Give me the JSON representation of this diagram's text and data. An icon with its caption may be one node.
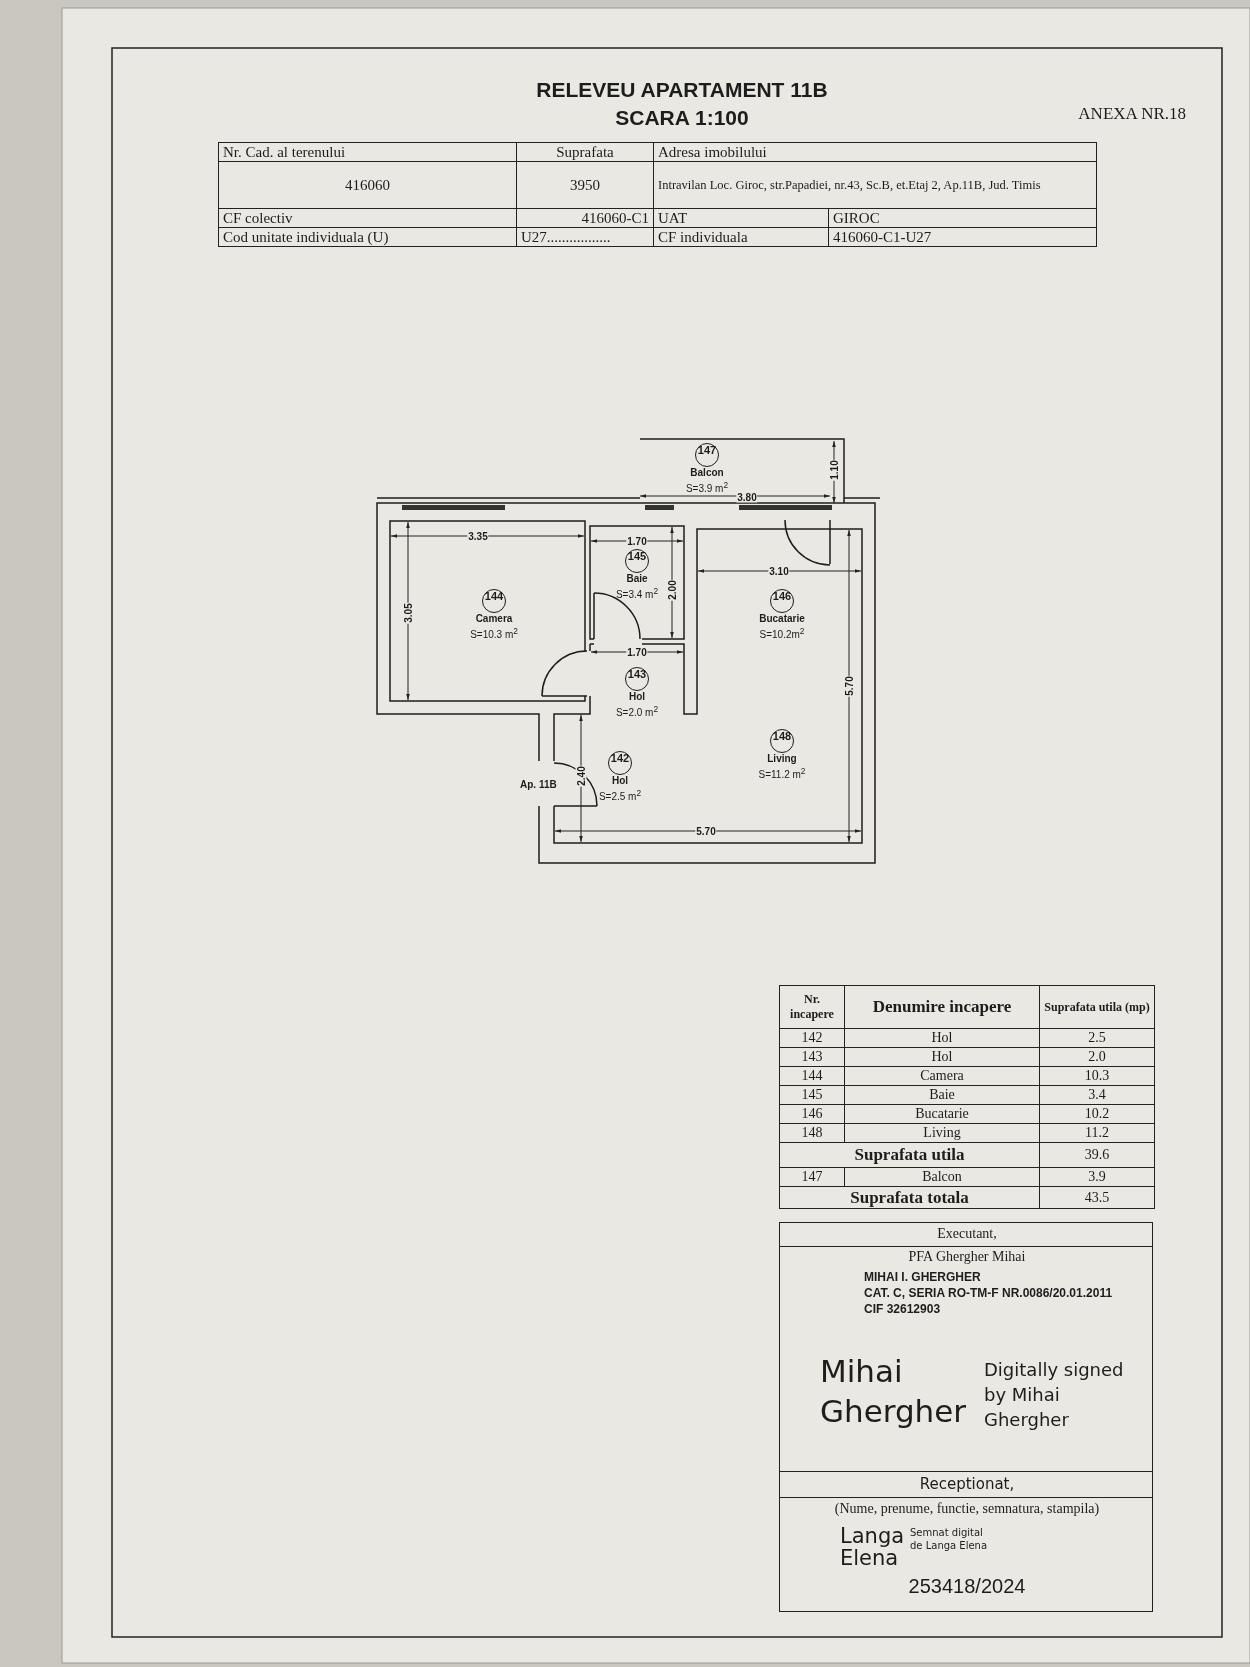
{
  "diagram": {
    "title": "RELEVEU APARTAMENT 11B",
    "nodes": [
      {
        "text": [
          "147",
          "Balcon",
          "S=3.9 m$^{2}$"
        ]
      },
      {
        "text": [
          "144",
          "Camera",
          "S=10.3 m$^{2}$"
        ]
      },
      {
        "text": [
          "145",
          "Baie",
          "S=3.4 m$^{2}$"
        ]
      },
      {
        "text": [
          "146",
          "Bucatarie",
          "S=10.2m$^{2}$"
        ]
      },
      {
        "text": [
          "143",
          "Hol",
          "S=2.0 m$^{2}$"
        ]
      },
      {
        "text": [
          "148",
          "Living",
          "S=11.2 m$^{2}$"
        ]
      },
      {
        "text": [
          "142",
          "Hol",
          "S=2.5 m$^{2}$"
        ]
      }
    ],
    "labels": [
      "SCARA 1:100",
      "ANEXA NR.18",
      "Nr. Cad. al terenului",
      "Suprafata",
      "Adresa imobilului",
      "416060",
      "3950",
      "Intravilan Loc. Giroc, str.Papadiei, nr.43, Sc.B, et.Etaj 2, Ap.11B, Jud. Timis",
      "CF colectiv",
      "416060-C1",
      "UAT",
      "GIROC",
      "Cod unitate individuala (U)",
      "U27.................",
      "CF individuala",
      "416060-C1-U27",
      "1.10",
      "3.80",
      "3.35",
      "1.70",
      "2.00",
      "3.10",
      "3.05",
      "1.70",
      "5.70",
      "Ap. 11B",
      "2.40",
      "5.70",
      "Nr. incapere",
      "Denumire incapere",
      "Suprafata utila (mp)",
      "142",
      "Hol",
      "2.5",
      "143",
      "Hol",
      "2.0",
      "144",
      "Camera",
      "10.3",
      "145",
      "Baie",
      "3.4",
      "146",
      "Bucatarie",
      "10.2",
      "148",
      "Living",
      "11.2",
      "Suprafata utila",
      "39.6",
      "147",
      "Balcon",
      "3.9",
      "Suprafata totala",
      "43.5",
      "Executant,",
      "PFA Ghergher Mihai",
      "MIHAI I. GHERGHER",
      "CAT. C, SERIA RO-TM-F NR.0086/20.01.2011",
      "CIF 32612903",
      "Mihai Ghergher",
      "Digitally signed by Mihai Ghergher",
      "Receptionat,",
      "(Nume, prenume, functie, semnatura, stampila)",
      "Langa Elena",
      "Semnat digital de Langa Elena",
      "253418/2024"
    ]
  }
}
